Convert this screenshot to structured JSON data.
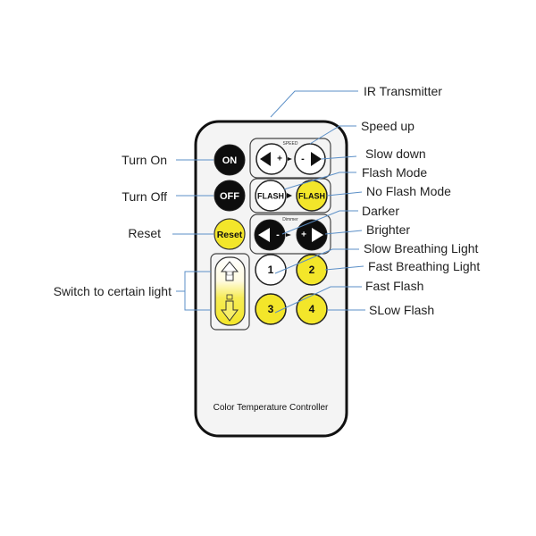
{
  "colors": {
    "remote_body": "#f4f4f4",
    "remote_border": "#111111",
    "black_button": "#0d0d0d",
    "yellow_button": "#f3e62a",
    "white_button": "#ffffff",
    "leader_line": "#5b8fc7"
  },
  "remote": {
    "footer_text": "Color Temperature Controller",
    "speed_caption": "SPEED",
    "dimmer_caption": "Dimmer",
    "buttons": {
      "on": "ON",
      "off": "OFF",
      "reset": "Reset",
      "flash_white": "FLASH",
      "flash_yellow": "FLASH",
      "speed_left_sign": "+",
      "speed_right_sign": "-",
      "dim_left_sign": "-",
      "dim_right_sign": "+",
      "num1": "1",
      "num2": "2",
      "num3": "3",
      "num4": "4"
    },
    "icons": {
      "speed_left": "left-arrow-icon",
      "speed_right": "right-arrow-icon",
      "dim_left": "left-arrow-icon",
      "dim_right": "right-arrow-icon",
      "switch_up": "warm-light-up-arrow-icon",
      "switch_down": "cool-light-down-arrow-icon"
    }
  },
  "labels": {
    "ir_transmitter": "IR Transmitter",
    "speed_up": "Speed up",
    "slow_down": "Slow down",
    "flash_mode": "Flash Mode",
    "no_flash_mode": "No Flash Mode",
    "darker": "Darker",
    "brighter": "Brighter",
    "slow_breathing": "Slow Breathing Light",
    "fast_breathing": "Fast Breathing Light",
    "fast_flash": "Fast Flash",
    "slow_flash": "SLow Flash",
    "turn_on": "Turn On",
    "turn_off": "Turn Off",
    "reset": "Reset",
    "switch_light": "Switch to certain light"
  }
}
